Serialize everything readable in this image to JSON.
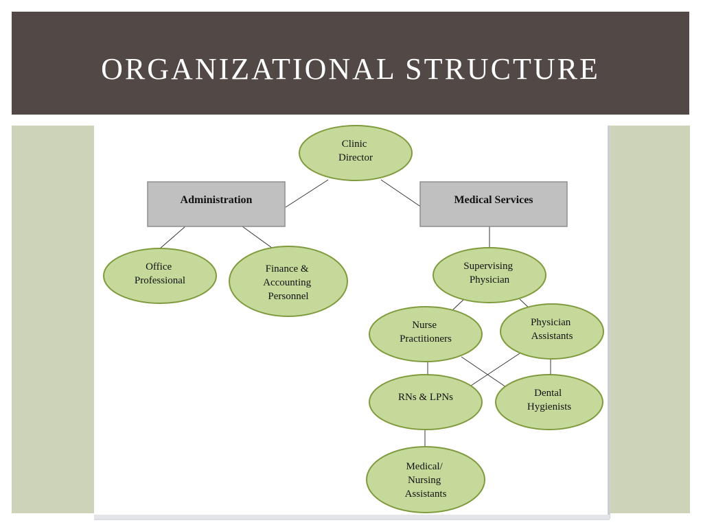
{
  "slide": {
    "title": "ORGANIZATIONAL STRUCTURE"
  },
  "colors": {
    "title_bar": "#524947",
    "side_panels": "#ccd3b9",
    "ellipse_fill": "#c5d99b",
    "ellipse_stroke": "#7f9a3c",
    "box_fill": "#c0c0c0"
  },
  "org_chart": {
    "nodes": {
      "clinic_director": [
        "Clinic",
        "Director"
      ],
      "administration": [
        "Administration"
      ],
      "medical_services": [
        "Medical Services"
      ],
      "office_professional": [
        "Office",
        "Professional"
      ],
      "finance_accounting": [
        "Finance &",
        "Accounting",
        "Personnel"
      ],
      "supervising_physician": [
        "Supervising",
        "Physician"
      ],
      "nurse_practitioners": [
        "Nurse",
        "Practitioners"
      ],
      "physician_assistants": [
        "Physician",
        "Assistants"
      ],
      "rns_lpns": [
        "RNs & LPNs"
      ],
      "dental_hygienists": [
        "Dental",
        "Hygienists"
      ],
      "medical_nursing_assistants": [
        "Medical/",
        "Nursing",
        "Assistants"
      ]
    }
  }
}
